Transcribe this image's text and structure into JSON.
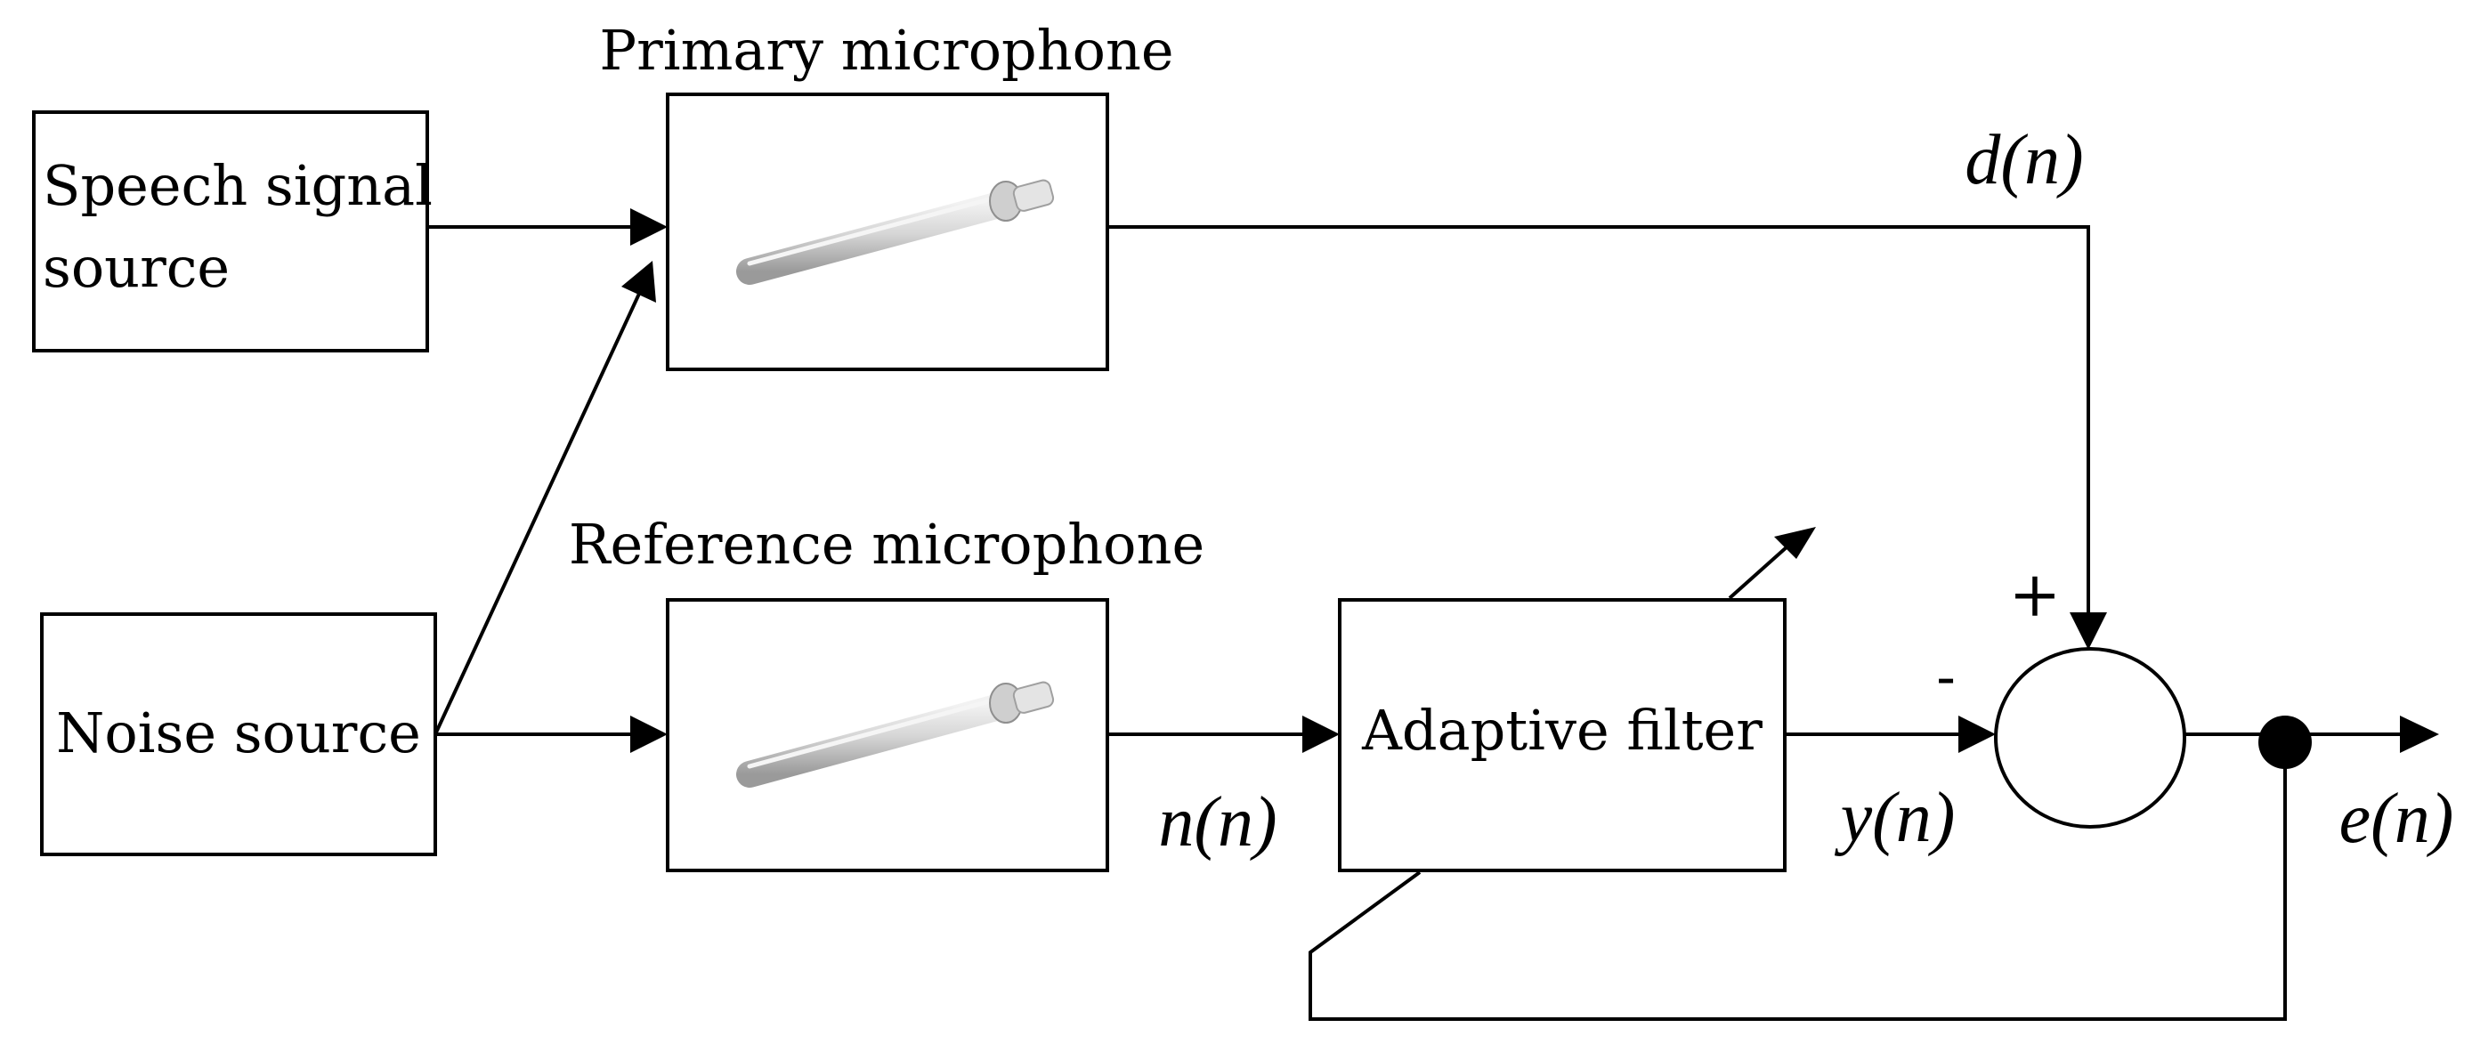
{
  "blocks": {
    "speech_source": {
      "line1": "Speech signal",
      "line2": "source"
    },
    "noise_source": {
      "label": "Noise source"
    },
    "primary_mic": {
      "title": "Primary microphone"
    },
    "reference_mic": {
      "title": "Reference microphone"
    },
    "adaptive_filter": {
      "label": "Adaptive filter"
    }
  },
  "signals": {
    "desired": "d(n)",
    "noise": "n(n)",
    "output": "y(n)",
    "error": "e(n)"
  },
  "summer": {
    "plus": "+",
    "minus": "-"
  },
  "colors": {
    "line": "#000000",
    "background": "#ffffff",
    "mic_body": "#c9c9c9"
  }
}
